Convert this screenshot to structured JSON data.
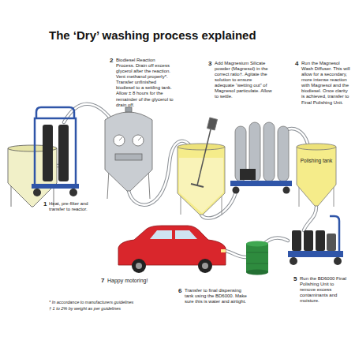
{
  "diagram": {
    "title": "The ‘Dry’ washing process explained",
    "nodes": [
      {
        "text": [
          "Polishing tank"
        ]
      }
    ],
    "labels": [
      "1",
      "Heat, pre-filter and transfer to reactor.",
      "2",
      "Biodiesel Reaction Process. Drain off excess glycerol after the reaction. Vent methanol properly*. Transfer unfinished biodiesel to a settling tank. Allow ± 8 hours for the remainder of the glycerol to drain off.",
      "3",
      "Add Magnesium Silicate powder (Magnesol) in the correct ratio†. Agitate the solution to ensure adequate “wetting out” of Magnesol particulate. Allow to settle.",
      "4",
      "Run the Magnesol Wash Diffuser. This will allow for a secondary, more intense reaction with Magnesol and the biodiesel. Once clarity is achieved, transfer to Final Polishing Unit.",
      "5",
      "Run the BD6000 Final Polishing Unit to remove excess contaminants and moisture.",
      "6",
      "Transfer to final dispensing tank using the BD6000. Make sure this is water and airtight.",
      "7",
      "Happy motoring!",
      "* In accordance to manufacturers guidelines",
      "† 1 to 2% by weight as per guidelines"
    ]
  }
}
